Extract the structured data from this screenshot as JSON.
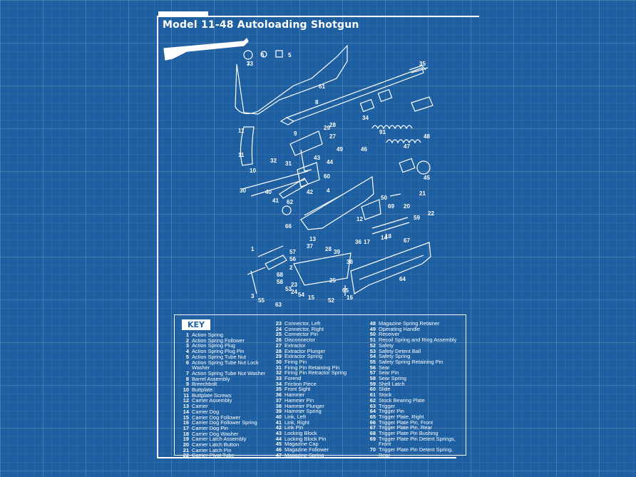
{
  "title": "Model 11-48 Autoloading Shotgun",
  "key_heading": "KEY",
  "callouts": [
    "7",
    "6",
    "5",
    "35",
    "61",
    "8",
    "34",
    "11",
    "9",
    "29",
    "28",
    "27",
    "91",
    "48",
    "49",
    "46",
    "47",
    "11",
    "45",
    "10",
    "32",
    "31",
    "43",
    "44",
    "60",
    "30",
    "40",
    "42",
    "41",
    "62",
    "4",
    "50",
    "21",
    "69",
    "20",
    "22",
    "12",
    "59",
    "13",
    "67",
    "14",
    "18",
    "17",
    "66",
    "1",
    "3",
    "57",
    "56",
    "37",
    "28",
    "39",
    "38",
    "36",
    "2",
    "68",
    "58",
    "23",
    "53",
    "24",
    "54",
    "25",
    "65",
    "16",
    "15",
    "52",
    "55",
    "63",
    "64",
    "33"
  ],
  "key_columns": [
    [
      {
        "num": "1",
        "name": "Action Spring"
      },
      {
        "num": "2",
        "name": "Action Spring Follower"
      },
      {
        "num": "3",
        "name": "Action Spring Plug"
      },
      {
        "num": "4",
        "name": "Action Spring Plug Pin"
      },
      {
        "num": "5",
        "name": "Action Spring Tube Nut"
      },
      {
        "num": "6",
        "name": "Action Spring Tube Nut Lock"
      },
      {
        "num": "",
        "name": "Washer"
      },
      {
        "num": "7",
        "name": "Action Spring Tube Nut Washer"
      },
      {
        "num": "8",
        "name": "Barrel Assembly"
      },
      {
        "num": "9",
        "name": "Breechbolt"
      },
      {
        "num": "10",
        "name": "Buttplate"
      },
      {
        "num": "11",
        "name": "Buttplate Screws"
      },
      {
        "num": "12",
        "name": "Carrier Assembly"
      },
      {
        "num": "13",
        "name": "Carrier"
      },
      {
        "num": "14",
        "name": "Carrier Dog"
      },
      {
        "num": "15",
        "name": "Carrier Dog Follower"
      },
      {
        "num": "16",
        "name": "Carrier Dog Follower Spring"
      },
      {
        "num": "17",
        "name": "Carrier Dog Pin"
      },
      {
        "num": "18",
        "name": "Carrier Dog Washer"
      },
      {
        "num": "19",
        "name": "Carrier Latch Assembly"
      },
      {
        "num": "20",
        "name": "Carrier Latch Button"
      },
      {
        "num": "21",
        "name": "Carrier Latch Pin"
      },
      {
        "num": "22",
        "name": "Carrier Pivot Tube"
      }
    ],
    [
      {
        "num": "23",
        "name": "Connector, Left"
      },
      {
        "num": "24",
        "name": "Connector, Right"
      },
      {
        "num": "25",
        "name": "Connector Pin"
      },
      {
        "num": "26",
        "name": "Disconnector"
      },
      {
        "num": "27",
        "name": "Extractor"
      },
      {
        "num": "28",
        "name": "Extractor Plunger"
      },
      {
        "num": "29",
        "name": "Extractor Spring"
      },
      {
        "num": "30",
        "name": "Firing Pin"
      },
      {
        "num": "31",
        "name": "Firing Pin Retaining Pin"
      },
      {
        "num": "32",
        "name": "Firing Pin Retractor Spring"
      },
      {
        "num": "33",
        "name": "Forend"
      },
      {
        "num": "34",
        "name": "Friction Piece"
      },
      {
        "num": "35",
        "name": "Front Sight"
      },
      {
        "num": "36",
        "name": "Hammer"
      },
      {
        "num": "37",
        "name": "Hammer Pin"
      },
      {
        "num": "38",
        "name": "Hammer Plunger"
      },
      {
        "num": "39",
        "name": "Hammer Spring"
      },
      {
        "num": "40",
        "name": "Link, Left"
      },
      {
        "num": "41",
        "name": "Link, Right"
      },
      {
        "num": "42",
        "name": "Link Pin"
      },
      {
        "num": "43",
        "name": "Locking Block"
      },
      {
        "num": "44",
        "name": "Locking Block Pin"
      },
      {
        "num": "45",
        "name": "Magazine Cap"
      },
      {
        "num": "46",
        "name": "Magazine Follower"
      },
      {
        "num": "47",
        "name": "Magazine Spring"
      }
    ],
    [
      {
        "num": "48",
        "name": "Magazine Spring Retainer"
      },
      {
        "num": "49",
        "name": "Operating Handle"
      },
      {
        "num": "50",
        "name": "Receiver"
      },
      {
        "num": "51",
        "name": "Recoil Spring and Ring Assembly"
      },
      {
        "num": "52",
        "name": "Safety"
      },
      {
        "num": "53",
        "name": "Safety Detent Ball"
      },
      {
        "num": "54",
        "name": "Safety Spring"
      },
      {
        "num": "55",
        "name": "Safety Spring Retaining Pin"
      },
      {
        "num": "56",
        "name": "Sear"
      },
      {
        "num": "57",
        "name": "Sear Pin"
      },
      {
        "num": "58",
        "name": "Sear Spring"
      },
      {
        "num": "59",
        "name": "Shell Latch"
      },
      {
        "num": "60",
        "name": "Slide"
      },
      {
        "num": "61",
        "name": "Stock"
      },
      {
        "num": "62",
        "name": "Stock Bearing Plate"
      },
      {
        "num": "63",
        "name": "Trigger"
      },
      {
        "num": "64",
        "name": "Trigger Pin"
      },
      {
        "num": "65",
        "name": "Trigger Plate, Right"
      },
      {
        "num": "66",
        "name": "Trigger Plate Pin, Front"
      },
      {
        "num": "67",
        "name": "Trigger Plate Pin, Rear"
      },
      {
        "num": "68",
        "name": "Trigger Plate Pin Bushing"
      },
      {
        "num": "69",
        "name": "Trigger Plate Pin Detent Springs,"
      },
      {
        "num": "",
        "name": "Front"
      },
      {
        "num": "70",
        "name": "Trigger Plate Pin Detent Spring,"
      },
      {
        "num": "",
        "name": "Rear"
      }
    ]
  ]
}
